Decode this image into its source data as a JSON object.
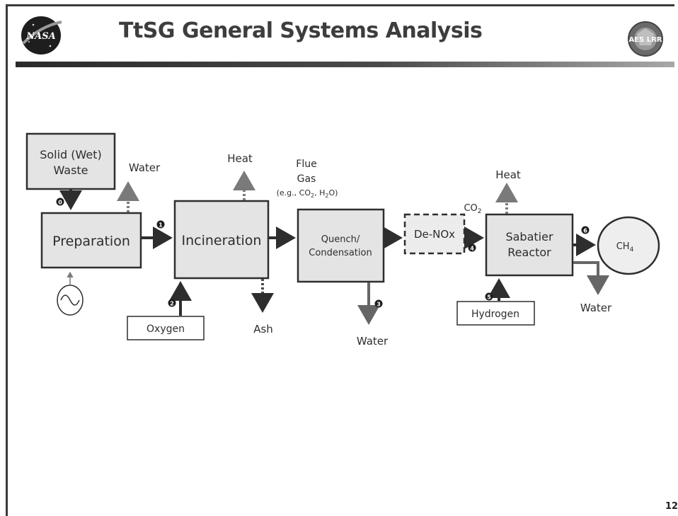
{
  "slide": {
    "title": "TtSG General Systems Analysis",
    "page_number": "12",
    "logos": {
      "left": {
        "icon": "nasa-meatball-icon",
        "text": "NASA"
      },
      "right": {
        "icon": "aes-lrr-badge-icon",
        "text": "AES LRR"
      }
    }
  },
  "diagram": {
    "boxes": {
      "waste": [
        "Solid (Wet)",
        "Waste"
      ],
      "preparation": "Preparation",
      "incineration": "Incineration",
      "quench": [
        "Quench/",
        "Condensation"
      ],
      "denox": "De-NOx",
      "sabatier": [
        "Sabatier",
        "Reactor"
      ],
      "ch4": {
        "base": "CH",
        "sub": "4"
      },
      "oxygen": "Oxygen",
      "hydrogen": "Hydrogen"
    },
    "labels": {
      "water_prep": "Water",
      "heat_incin": "Heat",
      "flue_gas": [
        "Flue",
        "Gas"
      ],
      "flue_example": {
        "prefix": "(e.g., CO",
        "sub1": "2",
        "middle": ", H",
        "sub2": "2",
        "suffix": "O)"
      },
      "ash": "Ash",
      "water_quench": "Water",
      "heat_sabatier": "Heat",
      "co2": {
        "base": "CO",
        "sub": "2"
      },
      "water_sabatier": "Water"
    },
    "stream_numbers": [
      "0",
      "1",
      "2",
      "3",
      "4",
      "5",
      "6"
    ],
    "icons": {
      "ac_power": "ac-power-source-icon"
    }
  }
}
